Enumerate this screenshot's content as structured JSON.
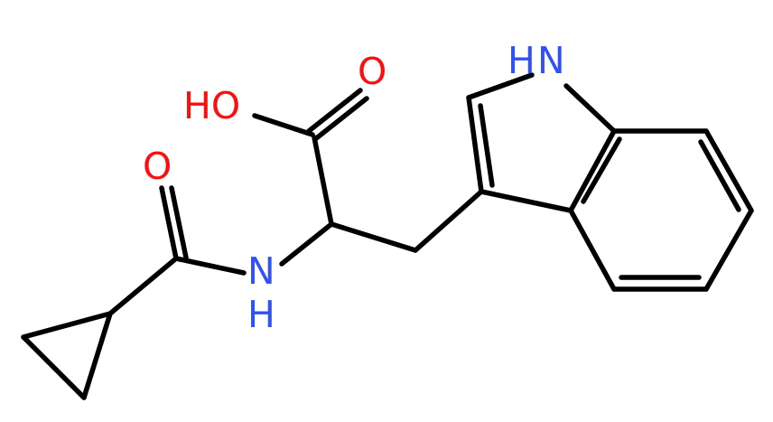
{
  "colors": {
    "bond": "#000000",
    "oxygen": "#ff0d0d",
    "nitrogen": "#3050f8",
    "background": "#ffffff"
  },
  "atoms": {
    "carbonyl_o": "O",
    "hydroxyl": "HO",
    "amide_o": "O",
    "amide_n": "N",
    "amide_nh_h": "H",
    "indole_nh": "H",
    "indole_n": "N"
  }
}
